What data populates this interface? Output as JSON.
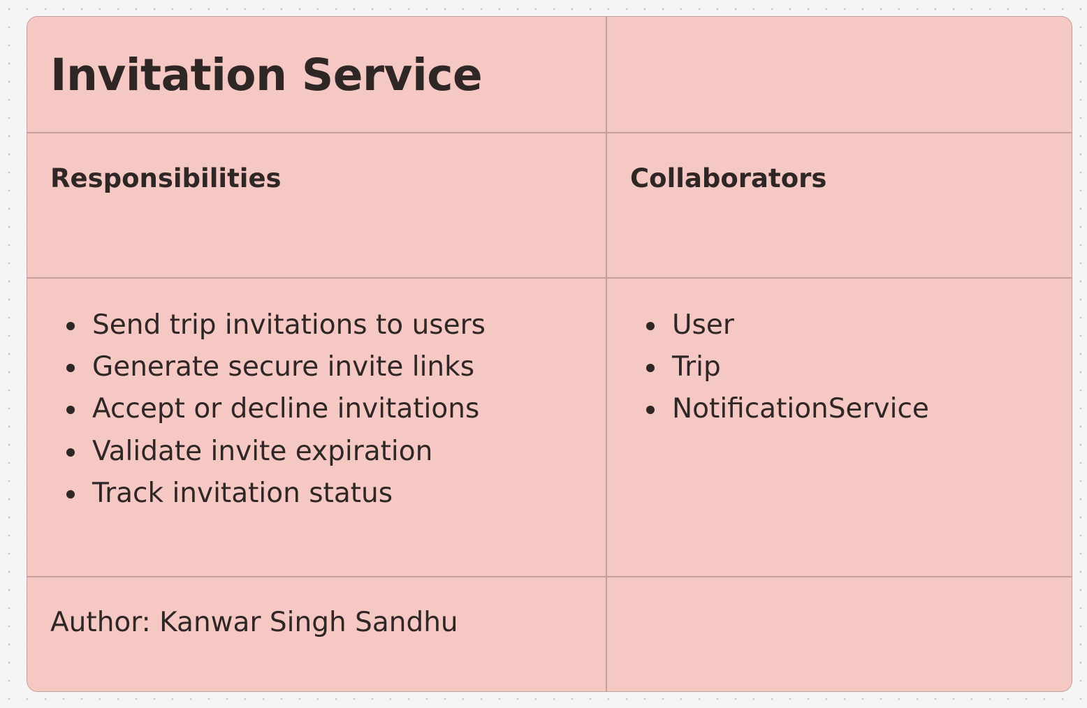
{
  "card": {
    "title": "Invitation Service",
    "responsibilities": {
      "heading": "Responsibilities",
      "items": [
        "Send trip invitations to users",
        "Generate secure invite links",
        "Accept or decline invitations",
        "Validate invite expiration",
        "Track invitation status"
      ]
    },
    "collaborators": {
      "heading": "Collaborators",
      "items": [
        "User",
        "Trip",
        "NotificationService"
      ]
    },
    "author": "Author: Kanwar Singh Sandhu"
  },
  "colors": {
    "canvas_background": "#f5f5f5",
    "card_fill": "#f5c8c3",
    "card_border": "#c59f9b",
    "text": "#2f2626"
  }
}
